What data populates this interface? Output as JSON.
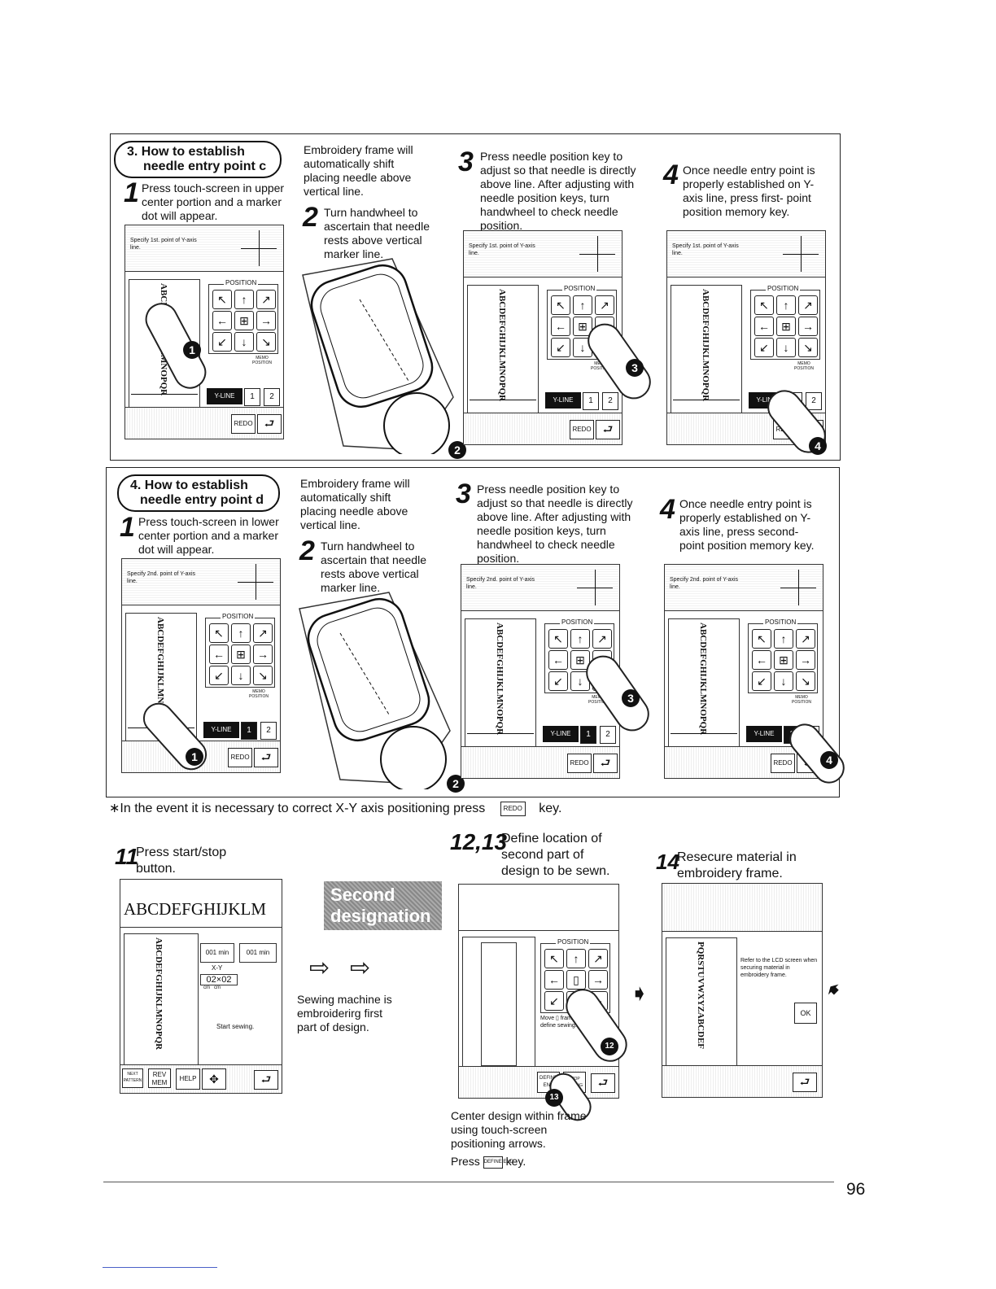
{
  "section_c": {
    "title_line1": "3. How to establish",
    "title_line2": "needle entry point c",
    "step1_num": "1",
    "step1_text": "Press touch-screen in upper center portion and a marker dot will appear.",
    "frame_note": "Embroidery frame will automatically shift placing needle above vertical line.",
    "step2_num": "2",
    "step2_text": "Turn handwheel to ascertain that needle rests above vertical marker line.",
    "step3_num": "3",
    "step3_text": "Press needle position key to adjust so that needle is directly above line. After adjusting with needle position keys, turn handwheel to check needle position.",
    "step4_num": "4",
    "step4_text": "Once needle entry point is properly established on Y-axis line, press first- point position memory key.",
    "lcd_hint": "Specify 1st. point of Y-axis line.",
    "letters": "ABCDEFGHIJKLMNOPQR"
  },
  "section_d": {
    "title_line1": "4. How to establish",
    "title_line2": "needle entry point d",
    "step1_num": "1",
    "step1_text": "Press touch-screen in lower center portion and a marker dot will appear.",
    "frame_note": "Embroidery frame will automatically shift placing needle above vertical line.",
    "step2_num": "2",
    "step2_text": "Turn handwheel to ascertain that needle rests above vertical marker line.",
    "step3_num": "3",
    "step3_text": "Press needle position key to adjust so that needle is directly above line. After adjusting with needle position keys, turn handwheel to check needle position.",
    "step4_num": "4",
    "step4_text": "Once needle entry point is properly established on Y-axis line, press second- point position memory key.",
    "lcd_hint": "Specify 2nd. point of Y-axis line.",
    "letters": "ABCDEFGHIJKLMNOPQR"
  },
  "lcd": {
    "position_label": "POSITION",
    "memo_label": "MEMO POSITION",
    "yline_label": "Y-LINE",
    "key1": "1",
    "key2": "2",
    "redo": "REDO",
    "x_label": "X",
    "y_label": "Y"
  },
  "markers": {
    "m1": "1",
    "m2": "2",
    "m3": "3",
    "m4": "4",
    "m12": "12",
    "m13": "13"
  },
  "note": {
    "text_before": "∗In the event it is necessary to correct X-Y axis positioning press",
    "key": "REDO",
    "text_after": "key."
  },
  "step11": {
    "num": "11",
    "text": "Press start/stop button.",
    "title": "ABCDEFGHIJKLM",
    "timer1": "001 min",
    "timer2": "001 min",
    "xy_label": "X-Y",
    "xy_value": "02×02",
    "xy_units": "cm   cm",
    "start_text": "Start sewing.",
    "btn_next": "NEXT PATTERN",
    "btn_rev": "REV MEM",
    "btn_help": "HELP"
  },
  "second": {
    "label": "Second designation",
    "caption": "Sewing machine is embroiderirg first part of design."
  },
  "step12": {
    "num": "12,13",
    "text": "Define location of second part of design to be sewn.",
    "move_text": "Move ▯ frame to define sewing.",
    "define_key": "DEFINE END",
    "stop_key": "STOP SEWING",
    "caption": "Center design within frame using touch-screen positioning arrows.",
    "press": "Press",
    "press_key": "DEFINE END",
    "press_after": "key."
  },
  "step14": {
    "num": "14",
    "text": "Resecure material in embroidery frame.",
    "refer_text": "Refer to the LCD screen when securing material in embroidery frame.",
    "ok": "OK",
    "letters": "PQRSTUVWXYZABCDEF"
  },
  "page_number": "96"
}
